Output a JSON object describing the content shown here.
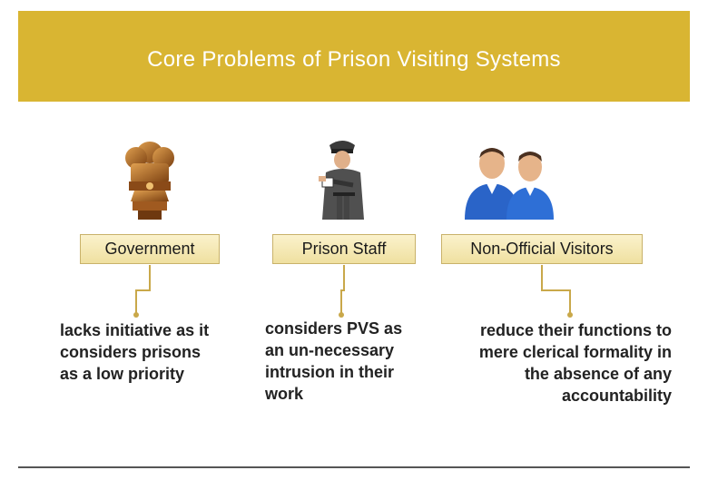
{
  "title": "Core Problems of Prison Visiting Systems",
  "columns": [
    {
      "label": "Government",
      "description": "lacks initiative as it considers prisons as a low priority",
      "icon": "ashoka-emblem-icon"
    },
    {
      "label": "Prison Staff",
      "description": "considers PVS as an un-necessary intrusion in their work",
      "icon": "police-officer-icon"
    },
    {
      "label": "Non-Official Visitors",
      "description": "reduce their functions to mere clerical formality in the absence of any accountability",
      "icon": "two-people-icon"
    }
  ],
  "colors": {
    "banner": "#d9b532",
    "connector": "#c9a84a",
    "label_fill": "#f3e6b0"
  }
}
